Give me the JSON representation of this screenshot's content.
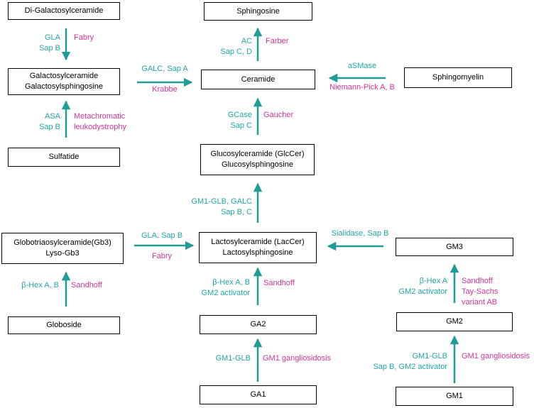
{
  "nodes": {
    "di_gal": [
      "Di-Galactosylceramide"
    ],
    "sphingosine": [
      "Sphingosine"
    ],
    "gal_cer": [
      "Galactosylceramide",
      "Galactosylsphingosine"
    ],
    "ceramide": [
      "Ceramide"
    ],
    "sphingomyelin": [
      "Sphingomyelin"
    ],
    "sulfatide": [
      "Sulfatide"
    ],
    "glc_cer": [
      "Glucosylceramide (GlcCer)",
      "Glucosylsphingosine"
    ],
    "gb3": [
      "Globotriaosylceramide(Gb3)",
      "Lyso-Gb3"
    ],
    "lac_cer": [
      "Lactosylceramide (LacCer)",
      "Lactosylsphingosine"
    ],
    "gm3": [
      "GM3"
    ],
    "globoside": [
      "Globoside"
    ],
    "ga2": [
      "GA2"
    ],
    "gm2": [
      "GM2"
    ],
    "ga1": [
      "GA1"
    ],
    "gm1": [
      "GM1"
    ]
  },
  "steps": {
    "digal_to_galcer": {
      "enzyme": [
        "GLA",
        "Sap B"
      ],
      "disease": [
        "Fabry"
      ]
    },
    "ceramide_to_sphingosine": {
      "enzyme": [
        "AC",
        "Sap C, D"
      ],
      "disease": [
        "Farber"
      ]
    },
    "galcer_to_ceramide": {
      "enzyme": [
        "GALC, Sap A"
      ],
      "disease": [
        "Krabbe"
      ]
    },
    "sphingomyelin_to_ceramide": {
      "enzyme": [
        "aSMase"
      ],
      "disease": [
        "Niemann-Pick A, B"
      ]
    },
    "sulfatide_to_galcer": {
      "enzyme": [
        "ASA",
        "Sap B"
      ],
      "disease": [
        "Metachromatic",
        "leukodystrophy"
      ]
    },
    "glccer_to_ceramide": {
      "enzyme": [
        "GCase",
        "Sap C"
      ],
      "disease": [
        "Gaucher"
      ]
    },
    "laccer_to_glccer": {
      "enzyme": [
        "GM1-GLB, GALC",
        "Sap B, C"
      ],
      "disease": []
    },
    "gb3_to_laccer": {
      "enzyme": [
        "GLA, Sap B"
      ],
      "disease": [
        "Fabry"
      ]
    },
    "gm3_to_laccer": {
      "enzyme": [
        "Sialidase, Sap B"
      ],
      "disease": []
    },
    "globoside_to_gb3": {
      "enzyme": [
        "β-Hex A, B"
      ],
      "disease": [
        "Sandhoff"
      ]
    },
    "ga2_to_laccer": {
      "enzyme": [
        "β-Hex A, B",
        "GM2 activator"
      ],
      "disease": [
        "Sandhoff"
      ]
    },
    "gm2_to_gm3": {
      "enzyme": [
        "β-Hex A",
        "GM2 activator"
      ],
      "disease": [
        "Sandhoff",
        "Tay-Sachs",
        "variant AB"
      ]
    },
    "ga1_to_ga2": {
      "enzyme": [
        "GM1-GLB"
      ],
      "disease": [
        "GM1 gangliosidosis"
      ]
    },
    "gm1_to_gm2": {
      "enzyme": [
        "GM1-GLB",
        "Sap B, GM2 activator"
      ],
      "disease": [
        "GM1 gangliosidosis"
      ]
    }
  },
  "colors": {
    "enzyme": "#21a6a6",
    "disease": "#d4349b",
    "arrow": "#1f9b98"
  }
}
